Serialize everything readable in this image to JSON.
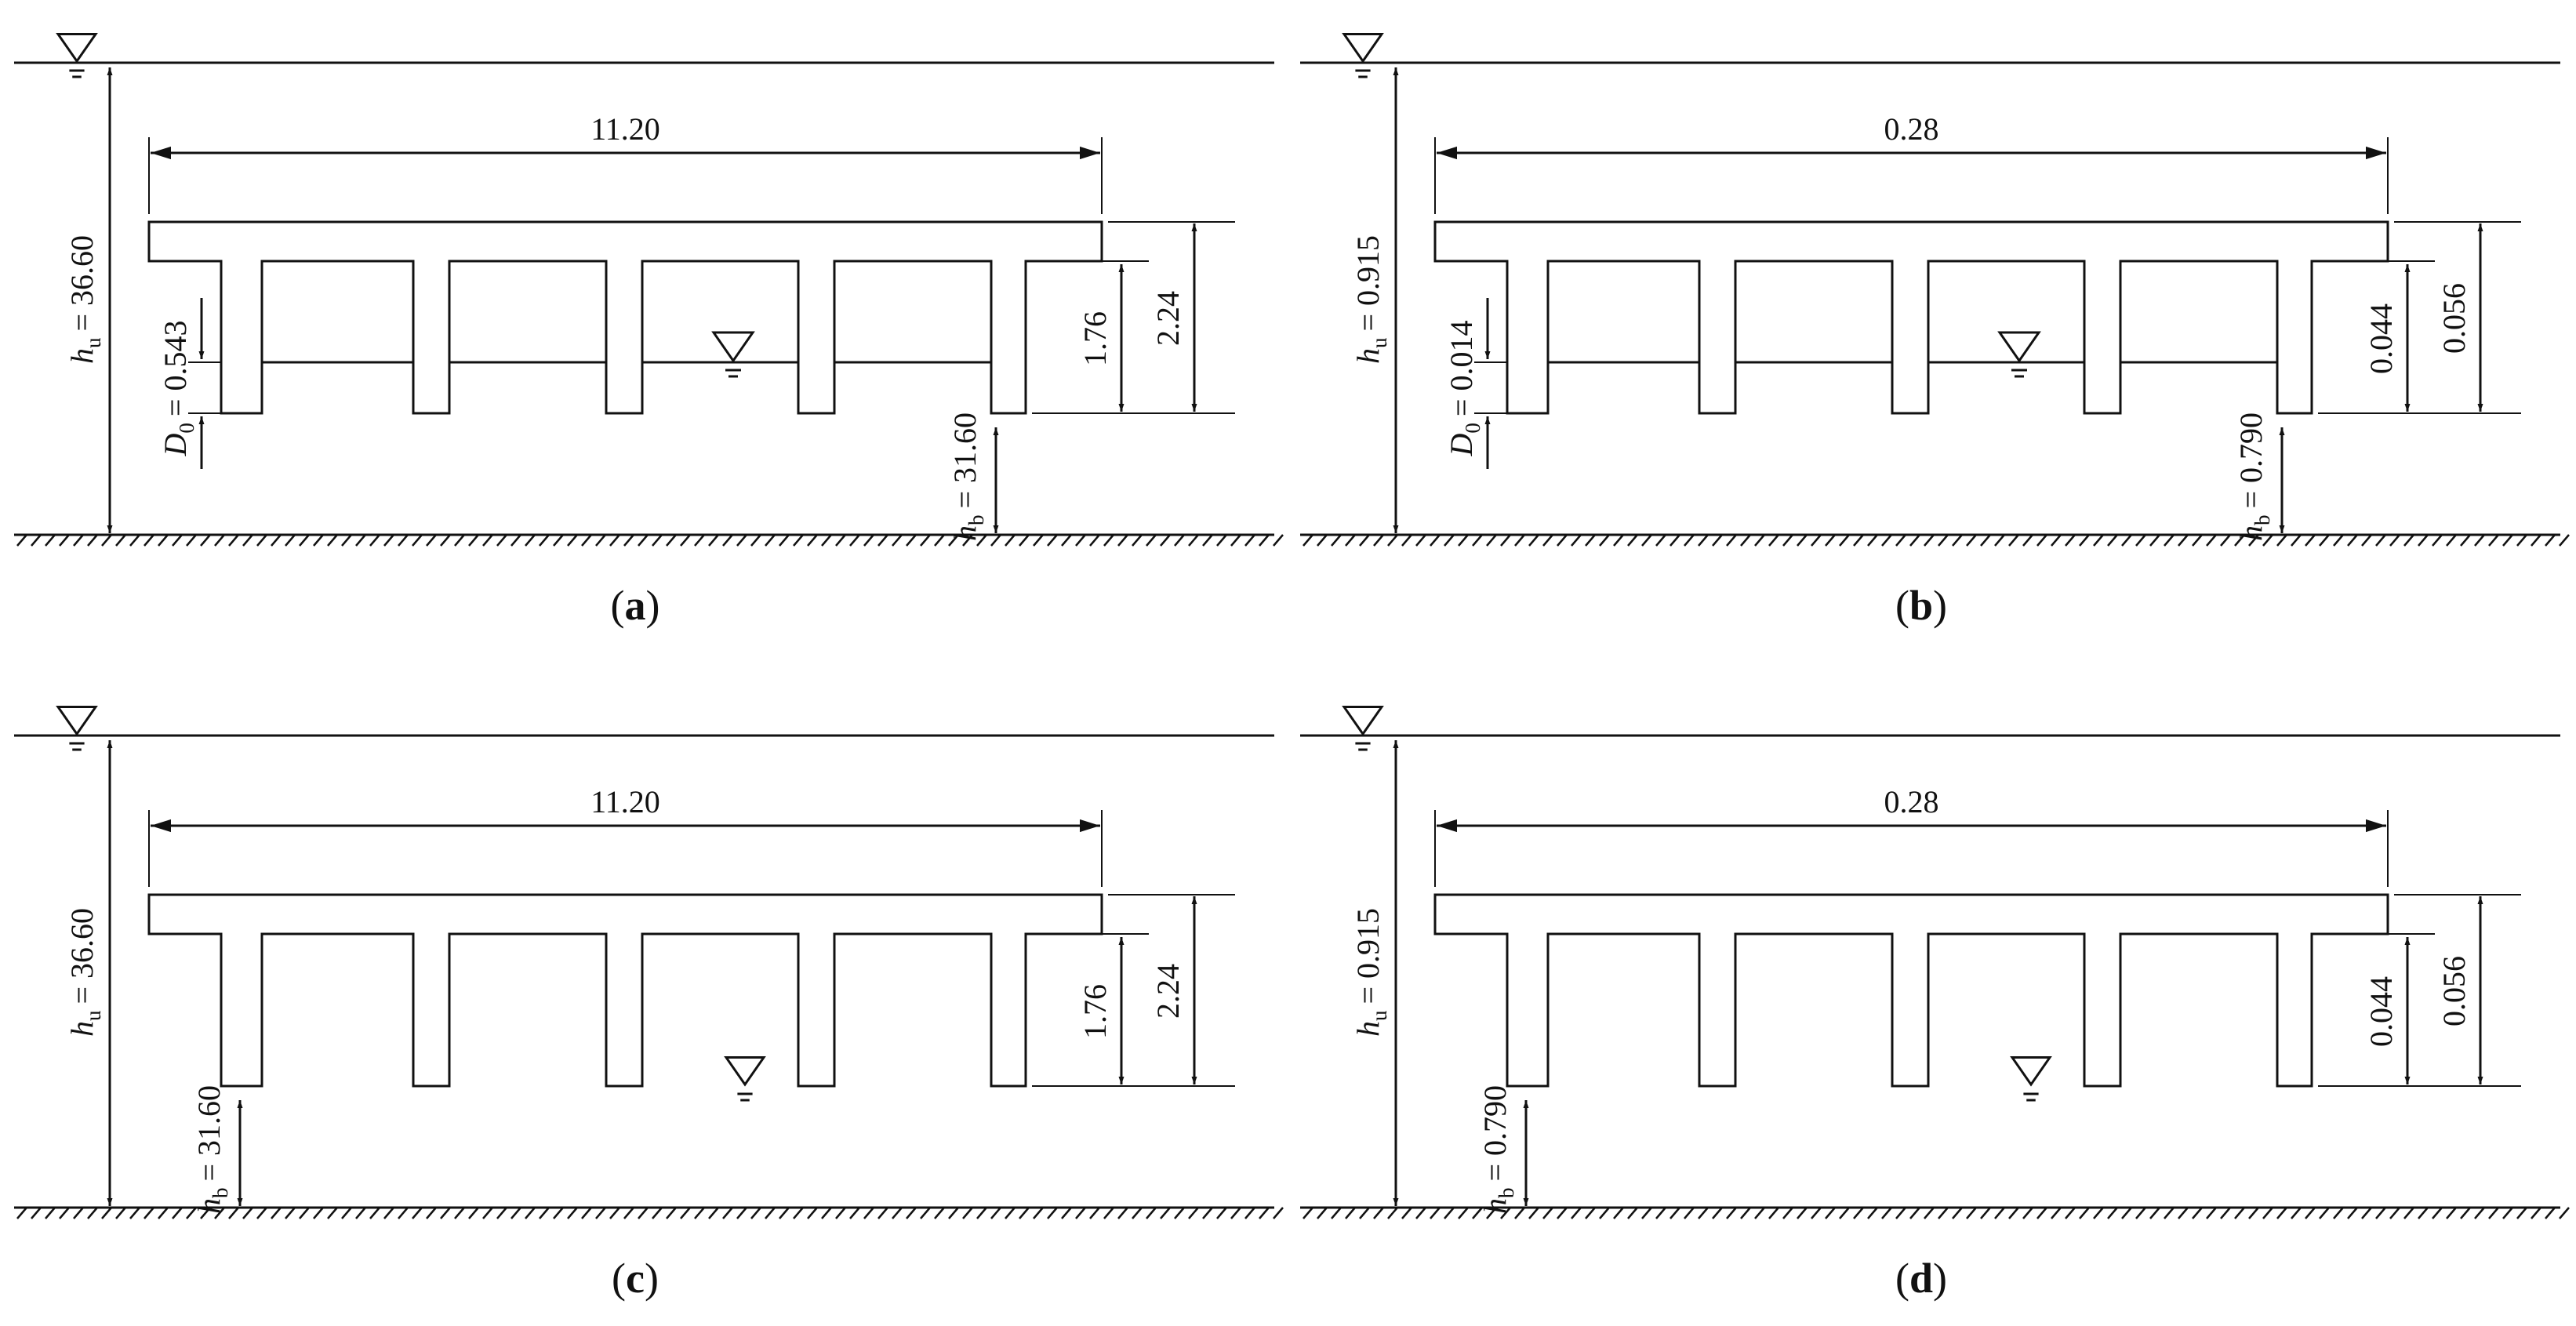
{
  "colors": {
    "line": "#111111",
    "background": "#ffffff"
  },
  "panels": [
    {
      "caption": "a",
      "deck_width": "11.20",
      "total_height": "2.24",
      "beam_height": "1.76",
      "upstream_depth": {
        "symbol": "h",
        "sub": "u",
        "value": "= 36.60"
      },
      "gap_height": {
        "symbol": "h",
        "sub": "b",
        "value": "= 31.60"
      },
      "submergence": {
        "symbol": "D",
        "sub": "0",
        "value": "= 0.543"
      },
      "inner_water_level": true
    },
    {
      "caption": "b",
      "deck_width": "0.28",
      "total_height": "0.056",
      "beam_height": "0.044",
      "upstream_depth": {
        "symbol": "h",
        "sub": "u",
        "value": "= 0.915"
      },
      "gap_height": {
        "symbol": "h",
        "sub": "b",
        "value": "= 0.790"
      },
      "submergence": {
        "symbol": "D",
        "sub": "0",
        "value": "= 0.014"
      },
      "inner_water_level": true
    },
    {
      "caption": "c",
      "deck_width": "11.20",
      "total_height": "2.24",
      "beam_height": "1.76",
      "upstream_depth": {
        "symbol": "h",
        "sub": "u",
        "value": "= 36.60"
      },
      "gap_height": {
        "symbol": "h",
        "sub": "b",
        "value": "= 31.60"
      },
      "submergence": null,
      "inner_water_level": false
    },
    {
      "caption": "d",
      "deck_width": "0.28",
      "total_height": "0.056",
      "beam_height": "0.044",
      "upstream_depth": {
        "symbol": "h",
        "sub": "u",
        "value": "= 0.915"
      },
      "gap_height": {
        "symbol": "h",
        "sub": "b",
        "value": "= 0.790"
      },
      "submergence": null,
      "inner_water_level": false
    }
  ]
}
